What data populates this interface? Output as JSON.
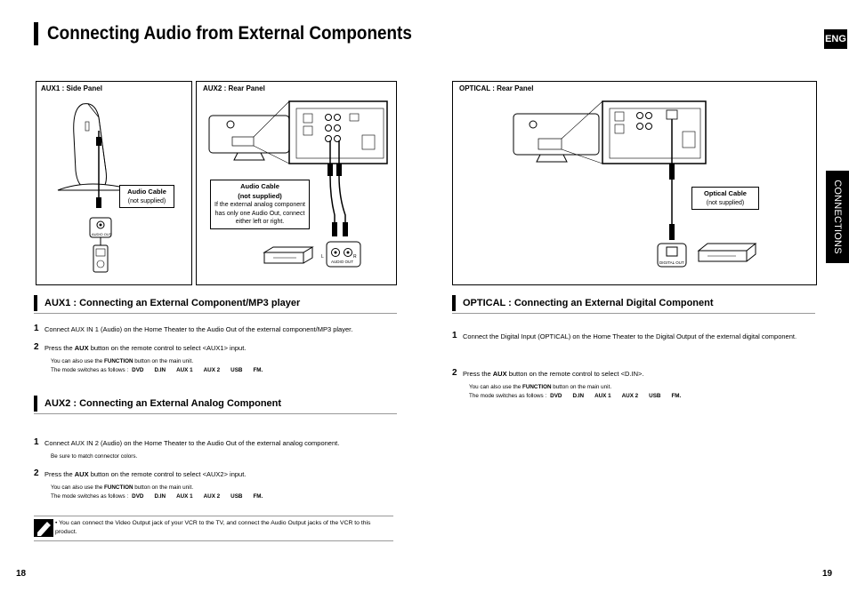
{
  "header": {
    "title": "Connecting Audio from External Components",
    "lang_tab": "ENG",
    "side_tab": "CONNECTIONS"
  },
  "diagrams": {
    "aux1": {
      "label": "AUX1 : Side Panel",
      "cable_title": "Audio Cable",
      "cable_sub": "(not supplied)",
      "jack": "AUDIO OUT"
    },
    "aux2": {
      "label": "AUX2 : Rear Panel",
      "cable_title": "Audio Cable",
      "cable_sub": "(not supplied)",
      "cable_note": "If the external analog component has only one Audio Out, connect either left or right.",
      "jack": "AUDIO OUT",
      "jack_l": "L",
      "jack_r": "R"
    },
    "optical": {
      "label": "OPTICAL : Rear Panel",
      "cable_title": "Optical Cable",
      "cable_sub": "(not supplied)",
      "jack": "DIGITAL OUT"
    }
  },
  "sections": {
    "aux1": {
      "title": "AUX1 : Connecting an External Component/MP3 player",
      "step1_num": "1",
      "step1": "Connect AUX IN 1 (Audio) on the Home Theater to the Audio Out of the external component/MP3 player.",
      "step2_num": "2",
      "step2_pre": "Press the ",
      "step2_key": "AUX",
      "step2_post": " button on the remote control to select <AUX1> input.",
      "note_pre": "You can also use the ",
      "note_key": "FUNCTION",
      "note_post": " button on the main unit.",
      "modes_lead": "The mode switches as follows :",
      "modes": [
        "DVD",
        "D.IN",
        "AUX 1",
        "AUX 2",
        "USB",
        "FM."
      ]
    },
    "aux2": {
      "title": "AUX2 : Connecting an External Analog Component",
      "step1_num": "1",
      "step1": "Connect AUX IN 2 (Audio) on the Home Theater to the Audio Out of the external analog component.",
      "step1_note": "Be sure to match connector colors.",
      "step2_num": "2",
      "step2_pre": "Press the ",
      "step2_key": "AUX",
      "step2_post": " button on the remote control to select <AUX2> input.",
      "note_pre": "You can also use the ",
      "note_key": "FUNCTION",
      "note_post": " button on the main unit.",
      "modes_lead": "The mode switches as follows :",
      "modes": [
        "DVD",
        "D.IN",
        "AUX 1",
        "AUX 2",
        "USB",
        "FM."
      ]
    },
    "optical": {
      "title": "OPTICAL : Connecting an External Digital Component",
      "step1_num": "1",
      "step1": "Connect the Digital Input (OPTICAL) on the Home Theater to the Digital Output of the external digital component.",
      "step2_num": "2",
      "step2_pre": "Press the ",
      "step2_key": "AUX",
      "step2_post": " button on the remote control to select <D.IN>.",
      "note_pre": "You can also use the ",
      "note_key": "FUNCTION",
      "note_post": " button on the main unit.",
      "modes_lead": "The mode switches as follows :",
      "modes": [
        "DVD",
        "D.IN",
        "AUX 1",
        "AUX 2",
        "USB",
        "FM."
      ]
    }
  },
  "tip": {
    "icon": "pencil-note-icon",
    "text": "• You can connect the Video Output jack of your VCR to the TV, and connect the Audio Output jacks of the VCR to this product."
  },
  "footer": {
    "page_left": "18",
    "page_right": "19"
  }
}
